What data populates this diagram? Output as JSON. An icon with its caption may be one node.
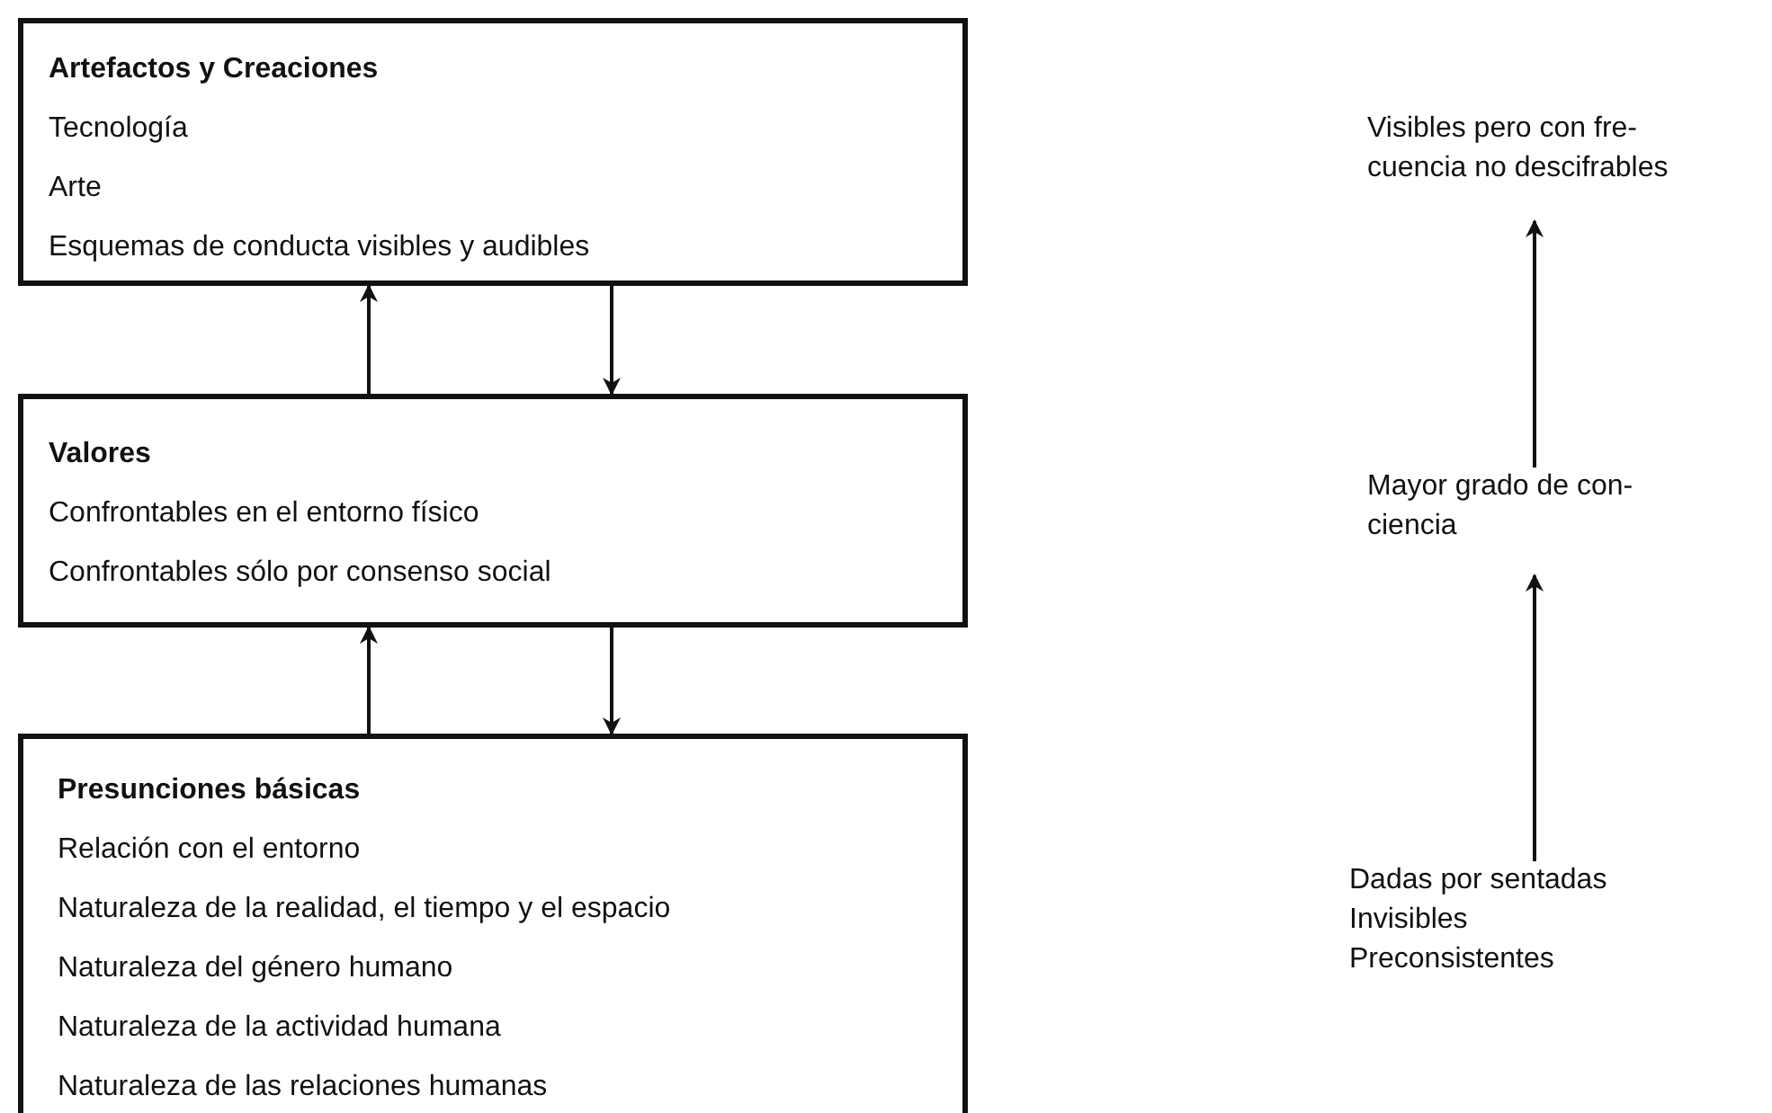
{
  "diagram": {
    "nodes": [
      {
        "text": [
          "Artefactos y Creaciones",
          "Tecnología",
          "Arte",
          "Esquemas de conducta visibles y audibles"
        ]
      },
      {
        "text": [
          "Valores",
          "Confrontables en el entorno físico",
          "Confrontables sólo por consenso social"
        ]
      },
      {
        "text": [
          "Presunciones básicas",
          "Relación con el entorno",
          "Naturaleza de la realidad, el tiempo y el espacio",
          "Naturaleza del género humano",
          "Naturaleza de la actividad humana",
          "Naturaleza de las relaciones humanas"
        ]
      },
      {
        "text": [
          "Visibles pero con fre- cuencia no descifrables"
        ]
      },
      {
        "text": [
          "Mayor grado de con- ciencia"
        ]
      },
      {
        "text": [
          "Dadas por sentadas",
          "Invisibles",
          "Preconsistentes"
        ]
      }
    ],
    "edges": [
      {
        "from": 1,
        "to": 0,
        "arrow": "to"
      },
      {
        "from": 0,
        "to": 1,
        "arrow": "to"
      },
      {
        "from": 2,
        "to": 1,
        "arrow": "to"
      },
      {
        "from": 1,
        "to": 2,
        "arrow": "to"
      },
      {
        "from": 4,
        "to": 3,
        "arrow": "to"
      },
      {
        "from": 5,
        "to": 4,
        "arrow": "to"
      }
    ]
  }
}
